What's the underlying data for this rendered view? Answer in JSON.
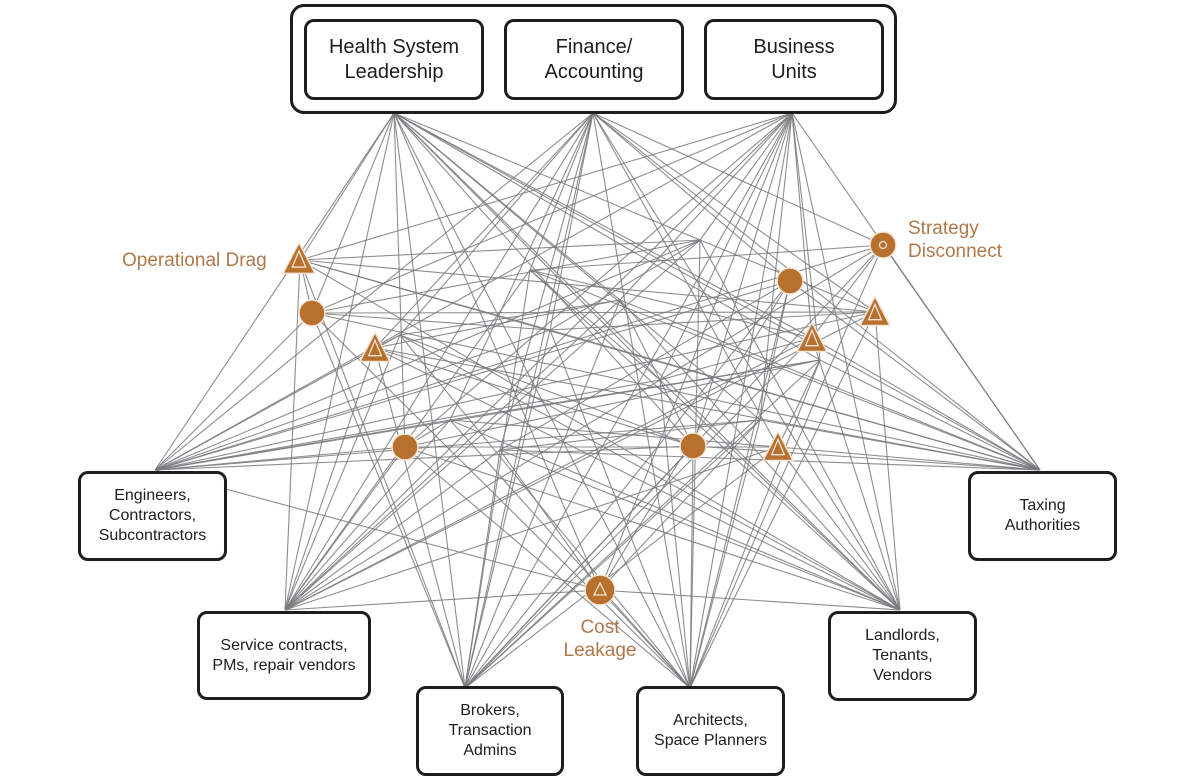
{
  "diagram": {
    "colors": {
      "accent": "#b8702f",
      "label": "#b0784a",
      "line": "#7a7a7e",
      "box_border": "#1d1d1f"
    },
    "top_group": [
      {
        "id": "leadership",
        "label": "Health System\nLeadership"
      },
      {
        "id": "finance",
        "label": "Finance/\nAccounting"
      },
      {
        "id": "business",
        "label": "Business\nUnits"
      }
    ],
    "stakeholders": [
      {
        "id": "engineers",
        "label": "Engineers,\nContractors,\nSubcontractors"
      },
      {
        "id": "service",
        "label": "Service contracts,\nPMs, repair vendors"
      },
      {
        "id": "brokers",
        "label": "Brokers,\nTransaction\nAdmins"
      },
      {
        "id": "architects",
        "label": "Architects,\nSpace Planners"
      },
      {
        "id": "landlords",
        "label": "Landlords,\nTenants,\nVendors"
      },
      {
        "id": "taxing",
        "label": "Taxing\nAuthorities"
      }
    ],
    "pain_points": [
      {
        "id": "operational-drag",
        "label": "Operational Drag",
        "icon": "triangle"
      },
      {
        "id": "strategy-disconnect",
        "label": "Strategy\nDisconnect",
        "icon": "circle"
      },
      {
        "id": "cost-leakage",
        "label": "Cost\nLeakage",
        "icon": "circle-triangle"
      }
    ],
    "markers": [
      {
        "shape": "circle"
      },
      {
        "shape": "triangle"
      },
      {
        "shape": "circle"
      },
      {
        "shape": "circle"
      },
      {
        "shape": "triangle"
      },
      {
        "shape": "circle"
      },
      {
        "shape": "triangle"
      },
      {
        "shape": "triangle"
      }
    ]
  }
}
